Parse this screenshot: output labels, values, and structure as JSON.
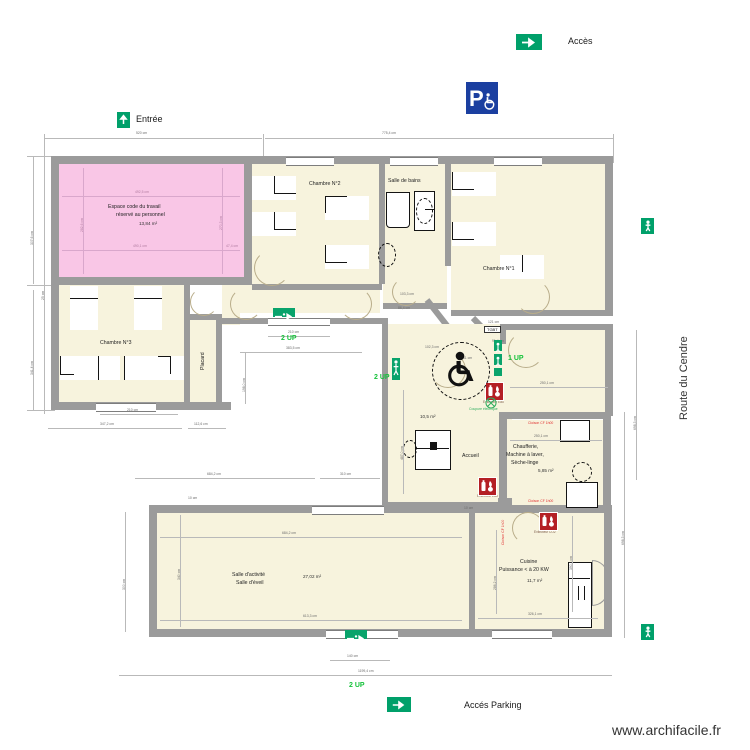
{
  "meta": {
    "watermark": "www.archifacile.fr",
    "street_label": "Route du Cendre"
  },
  "legend": {
    "acces": "Accès",
    "entree_top": "Entrée",
    "entree_right": "Entrée",
    "acces_parking": "Accés Parking"
  },
  "rooms": [
    {
      "id": "espace-personnel",
      "name": "Espace code du travail\nréservé au personnel",
      "line1": "Espace code du travail",
      "line2": "réservé au personnel",
      "area": "13,84 m²"
    },
    {
      "id": "chambre-2",
      "name": "Chambre N°2",
      "area": ""
    },
    {
      "id": "chambre-1",
      "name": "Chambre N°1",
      "area": ""
    },
    {
      "id": "chambre-3",
      "name": "Chambre N°3",
      "area": ""
    },
    {
      "id": "salle-de-bains",
      "name": "Salle de bains",
      "area": ""
    },
    {
      "id": "placard",
      "name": "Placard",
      "area": ""
    },
    {
      "id": "accueil",
      "name": "Accueil",
      "area": "10,5 m²"
    },
    {
      "id": "chaufferie",
      "line1": "Chaufferie,",
      "line2": "Machine à laver,",
      "line3": "Sèche-linge",
      "area": "5,85 m²"
    },
    {
      "id": "salle-activite",
      "line1": "Salle d'activité",
      "line2": "Salle d'éveil",
      "area": "27,02 m²"
    },
    {
      "id": "cuisine",
      "line1": "Cuisine",
      "line2": "Puissance < à 20 KW",
      "area": "11,7 m²"
    }
  ],
  "annotations": {
    "tgbt": "TGBT",
    "cloison_top": "Cloison CF 1h00",
    "cloison_bottom": "Cloison CF 1h00",
    "cloison_vert": "Cloison CF 1h00",
    "extincteur_eau": "Extincteur Eau",
    "extincteur_eau_2": "Extincteur Eau",
    "extincteur_co2": "Extincteur CO2",
    "coupure_electrique": "Coupure électrique",
    "up_2_left": "2 UP",
    "up_2_mid": "2 UP",
    "up_1": "1 UP",
    "up_2_bottom": "2 UP"
  },
  "dimensions": {
    "top_left": "520 cm",
    "top_right": "775,4 cm",
    "left_upper": "307,6 cm",
    "left_small": "25 cm",
    "left_lower": "341,4 cm",
    "pink_width_top": "492,5 cm",
    "pink_width_bottom": "490,1 cm",
    "pink_height_left": "282,6 cm",
    "pink_height_right": "270,3 cm",
    "pink_small_right": "47,4 cm",
    "ch3_door": "210 cm",
    "ch3_total": "347,2 cm",
    "placard_w": "112,6 cm",
    "corridor_1": "210 cm",
    "corridor_2": "383,5 cm",
    "corridor_v": "198,0 cm",
    "center_a": "103,3 cm",
    "center_b": "86,4 cm",
    "center_c": "121 cm",
    "center_d": "91,4 cm",
    "center_e": "131 cm",
    "center_f": "102,3 cm",
    "right_250": "250,1 cm",
    "right_250b": "250,1 cm",
    "accueil_v": "487,0 cm",
    "salle_w_top": "684,2 cm",
    "salle_w_bottom": "613,3 cm",
    "salle_h": "340 cm",
    "bottom_small": "140 cm",
    "bottom_total": "1199,4 cm",
    "bot_mid_684": "684,2 cm",
    "bot_mid_310": "310 cm",
    "cuisine_h": "286,2 cm",
    "cuisine_w": "326,1 cm",
    "cuisine_right": "390,1 cm",
    "right_tall": "698,3 cm",
    "right_tall2": "698,3 cm",
    "left_bot": "300 cm",
    "misc_10cm": "10 cm",
    "misc_10cm2": "10 cm"
  },
  "icons": {
    "exit_arrow_right": "exit-arrow-right-icon",
    "exit_arrow_up": "exit-arrow-up-icon",
    "exit_runner": "exit-runner-icon",
    "parking_disabled": "parking-disabled-icon",
    "wheelchair": "wheelchair-icon",
    "fire_extinguisher": "fire-extinguisher-icon",
    "electrical_cut": "electrical-cut-icon"
  }
}
